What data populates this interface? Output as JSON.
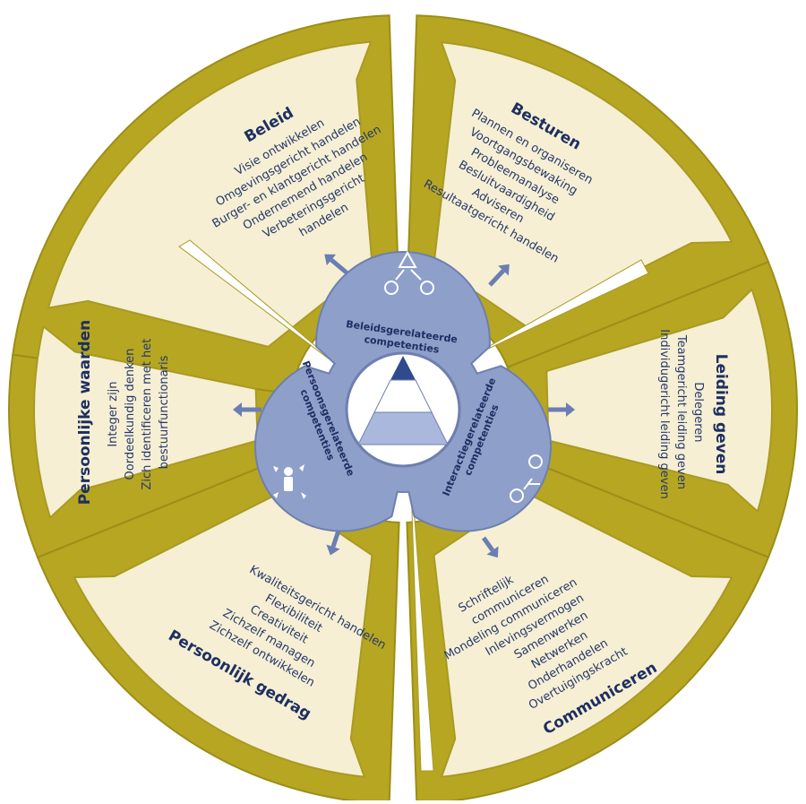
{
  "colors": {
    "rim": "#b6a622",
    "rim_dark": "#9c8e18",
    "panel": "#f6efd3",
    "panel_stroke": "#a99a22",
    "core": "#8e9fca",
    "core_stroke": "#6d7fb0",
    "arrow": "#6a7eb3",
    "text": "#1d2f62"
  },
  "segments": [
    {
      "title": "Beleid",
      "items": [
        "Visie ontwikkelen",
        "Omgevingsgericht handelen",
        "Burger- en klantgericht handelen",
        "Ondernemend handelen",
        "Verbeteringsgericht",
        "handelen"
      ]
    },
    {
      "title": "Besturen",
      "items": [
        "Plannen en organiseren",
        "Voortgangsbewaking",
        "Probleemanalyse",
        "Besluitvaardigheid",
        "Adviseren",
        "Resultaatgericht handelen"
      ]
    },
    {
      "title": "Leiding geven",
      "items": [
        "Delegeren",
        "Teamgericht leiding geven",
        "Individugericht leiding geven"
      ]
    },
    {
      "title": "Communiceren",
      "items": [
        "Schriftelijk",
        "communiceren",
        "Mondeling communiceren",
        "Inlevingsvermogen",
        "Samenwerken",
        "Netwerken",
        "Onderhandelen",
        "Overtuigingskracht"
      ]
    },
    {
      "title": "Persoonlijk gedrag",
      "items": [
        "Kwaliteitsgericht handelen",
        "Flexibiliteit",
        "Creativiteit",
        "Zichzelf managen",
        "Zichzelf ontwikkelen"
      ]
    },
    {
      "title": "Persoonlijke waarden",
      "items": [
        "Integer zijn",
        "Oordeelkundig denken",
        "Zich identificeren met het",
        "bestuurfunctionaris"
      ]
    }
  ],
  "core": {
    "beleid_label": [
      "Beleidsgerelateerde",
      "competenties"
    ],
    "interactie_label": [
      "Interactiegerelateerde",
      "competenties"
    ],
    "persoon_label": [
      "Persoonsgerelateerde",
      "competenties"
    ]
  }
}
